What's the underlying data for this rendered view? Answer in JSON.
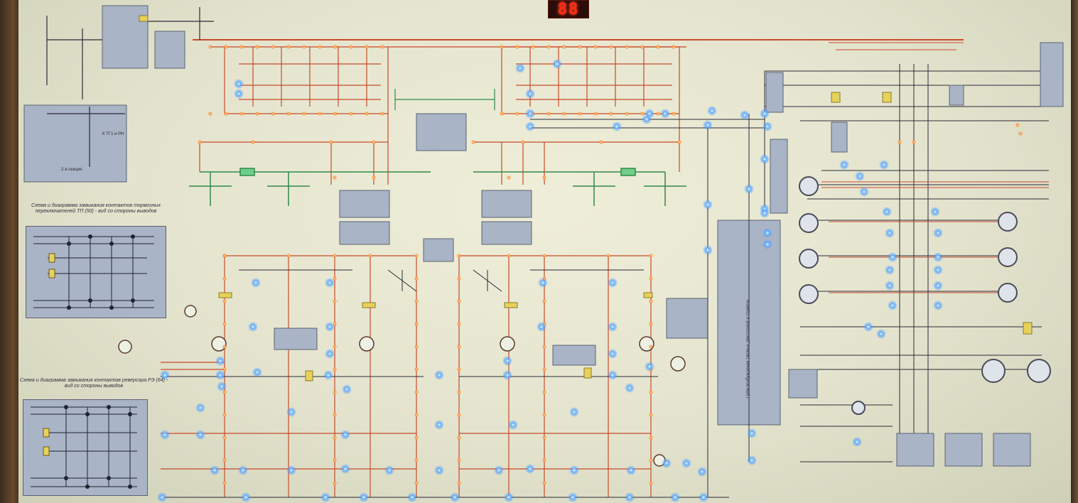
{
  "display": {
    "digits": "88"
  },
  "colors": {
    "power_wire": "#c84a2a",
    "control_wire": "#2a2a3a",
    "field_wire": "#2f8a4a",
    "led_blue": "#2f8cff",
    "led_orange": "#ff9a3a",
    "block_fill": "#a9b4c6",
    "panel": "#e9e9d2",
    "display_red": "#ff2a14"
  },
  "legends": {
    "upper_caption": "Схема и диаграмма замыкания контактов тормозных переключателей ТП (50) - вид со стороны выводов",
    "lower_caption": "Схема и диаграмма замыкания контактов реверсора РЭ (64) - вид со стороны выводов"
  },
  "labels": {
    "ctrl_column": "Цепи возбуждения тяговых двигателей и тормоза",
    "ref_2ya": "2-я секция",
    "ref_ctg": "К ТГ1 и РН"
  },
  "icons": {
    "pantograph": "pantograph-icon",
    "motor": "motor-icon",
    "resistor": "resistor-icon",
    "coil": "coil-icon",
    "led": "indicator-led-icon"
  }
}
